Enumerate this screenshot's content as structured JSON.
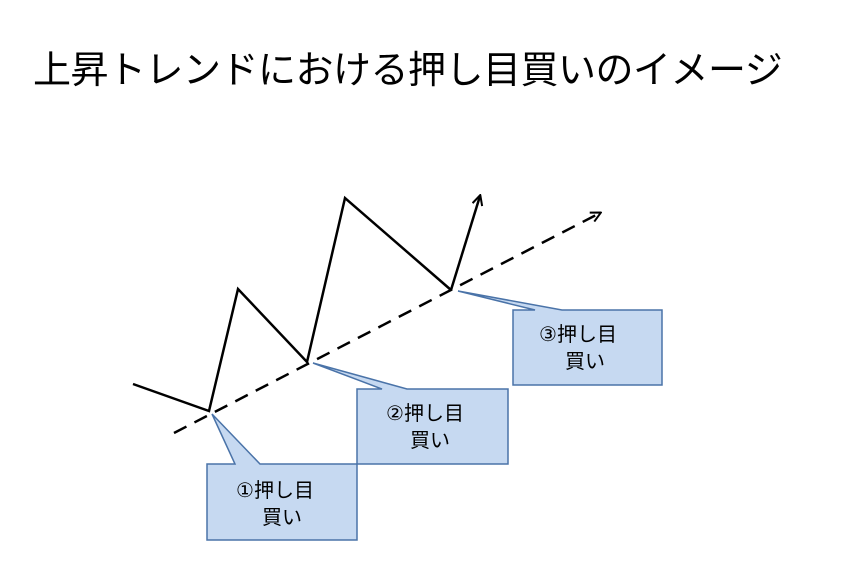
{
  "title": "上昇トレンドにおける押し目買いのイメージ",
  "colors": {
    "line": "#000000",
    "callout_fill": "#c6d9f1",
    "callout_border": "#4a73a8",
    "background": "#ffffff"
  },
  "callouts": [
    {
      "line1": "①押し目",
      "line2": "買い"
    },
    {
      "line1": "②押し目",
      "line2": "買い"
    },
    {
      "line1": "③押し目",
      "line2": "買い"
    }
  ]
}
